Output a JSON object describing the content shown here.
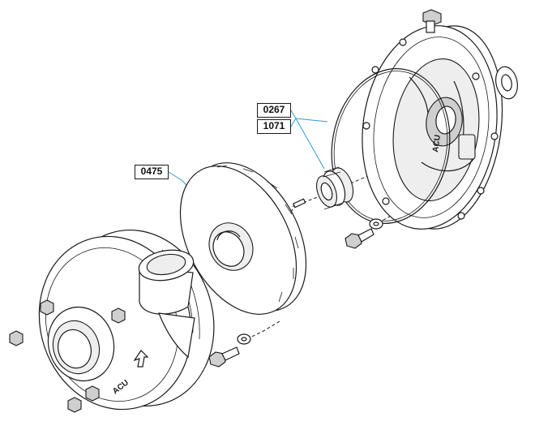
{
  "callouts": {
    "part_0267": "0267",
    "part_1071": "1071",
    "part_0475": "0475"
  },
  "casting_marks": {
    "casing_logo": "ACU",
    "cover_logo": "ACU"
  },
  "colors": {
    "leader_line": "#2d9bd4",
    "outline": "#1a1a1a",
    "background": "#ffffff"
  }
}
